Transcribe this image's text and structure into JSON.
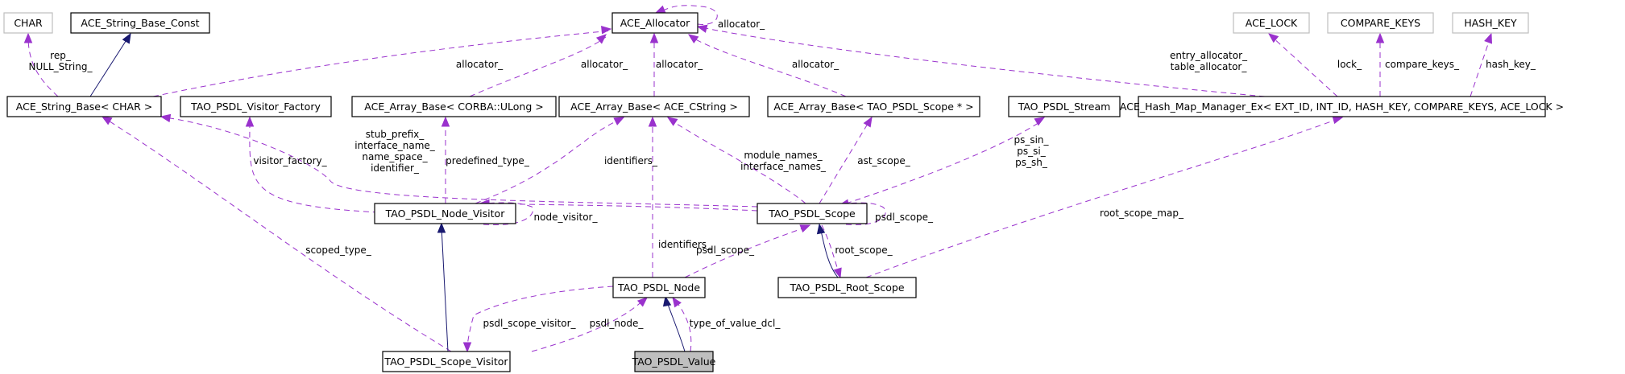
{
  "diagram": {
    "type": "collaboration-graph",
    "colors": {
      "usage_edge": "#9a32cd",
      "inheritance_edge": "#191970",
      "focus_fill": "#bfbfbf",
      "external_border": "#bfbfbf",
      "node_border": "#000000"
    },
    "nodes": [
      {
        "id": "CHAR",
        "label": "CHAR",
        "kind": "external"
      },
      {
        "id": "ACE_String_Base_Const",
        "label": "ACE_String_Base_Const",
        "kind": "class"
      },
      {
        "id": "ACE_Allocator",
        "label": "ACE_Allocator",
        "kind": "class"
      },
      {
        "id": "ACE_LOCK",
        "label": "ACE_LOCK",
        "kind": "external"
      },
      {
        "id": "COMPARE_KEYS",
        "label": "COMPARE_KEYS",
        "kind": "external"
      },
      {
        "id": "HASH_KEY",
        "label": "HASH_KEY",
        "kind": "external"
      },
      {
        "id": "ACE_String_Base_CHAR",
        "label": "ACE_String_Base< CHAR >",
        "kind": "class"
      },
      {
        "id": "TAO_PSDL_Visitor_Factory",
        "label": "TAO_PSDL_Visitor_Factory",
        "kind": "class"
      },
      {
        "id": "ACE_Array_Base_ULong",
        "label": "ACE_Array_Base< CORBA::ULong >",
        "kind": "class"
      },
      {
        "id": "ACE_Array_Base_CString",
        "label": "ACE_Array_Base< ACE_CString >",
        "kind": "class"
      },
      {
        "id": "ACE_Array_Base_Scope",
        "label": "ACE_Array_Base< TAO_PSDL_Scope * >",
        "kind": "class"
      },
      {
        "id": "TAO_PSDL_Stream",
        "label": "TAO_PSDL_Stream",
        "kind": "class"
      },
      {
        "id": "ACE_Hash_Map_Manager_Ex",
        "label": "ACE_Hash_Map_Manager_Ex< EXT_ID, INT_ID, HASH_KEY, COMPARE_KEYS, ACE_LOCK >",
        "kind": "class"
      },
      {
        "id": "TAO_PSDL_Node_Visitor",
        "label": "TAO_PSDL_Node_Visitor",
        "kind": "class"
      },
      {
        "id": "TAO_PSDL_Scope",
        "label": "TAO_PSDL_Scope",
        "kind": "class"
      },
      {
        "id": "TAO_PSDL_Node",
        "label": "TAO_PSDL_Node",
        "kind": "class"
      },
      {
        "id": "TAO_PSDL_Root_Scope",
        "label": "TAO_PSDL_Root_Scope",
        "kind": "class"
      },
      {
        "id": "TAO_PSDL_Scope_Visitor",
        "label": "TAO_PSDL_Scope_Visitor",
        "kind": "class"
      },
      {
        "id": "TAO_PSDL_Value",
        "label": "TAO_PSDL_Value",
        "kind": "focus"
      }
    ],
    "edges": [
      {
        "from": "ACE_String_Base_CHAR",
        "to": "CHAR",
        "type": "usage",
        "label": [
          "rep_",
          "NULL_String_"
        ]
      },
      {
        "from": "ACE_String_Base_CHAR",
        "to": "ACE_String_Base_Const",
        "type": "inheritance",
        "label": []
      },
      {
        "from": "ACE_String_Base_CHAR",
        "to": "ACE_Allocator",
        "type": "usage",
        "label": [
          "allocator_"
        ]
      },
      {
        "from": "ACE_Array_Base_ULong",
        "to": "ACE_Allocator",
        "type": "usage",
        "label": [
          "allocator_"
        ]
      },
      {
        "from": "ACE_Array_Base_CString",
        "to": "ACE_Allocator",
        "type": "usage",
        "label": [
          "allocator_"
        ]
      },
      {
        "from": "ACE_Array_Base_Scope",
        "to": "ACE_Allocator",
        "type": "usage",
        "label": [
          "allocator_"
        ]
      },
      {
        "from": "ACE_Allocator",
        "to": "ACE_Allocator",
        "type": "usage",
        "label": [
          "allocator_"
        ]
      },
      {
        "from": "ACE_Hash_Map_Manager_Ex",
        "to": "ACE_Allocator",
        "type": "usage",
        "label": [
          "entry_allocator_",
          "table_allocator_"
        ]
      },
      {
        "from": "ACE_Hash_Map_Manager_Ex",
        "to": "ACE_LOCK",
        "type": "usage",
        "label": [
          "lock_"
        ]
      },
      {
        "from": "ACE_Hash_Map_Manager_Ex",
        "to": "COMPARE_KEYS",
        "type": "usage",
        "label": [
          "compare_keys_"
        ]
      },
      {
        "from": "ACE_Hash_Map_Manager_Ex",
        "to": "HASH_KEY",
        "type": "usage",
        "label": [
          "hash_key_"
        ]
      },
      {
        "from": "TAO_PSDL_Node_Visitor",
        "to": "TAO_PSDL_Visitor_Factory",
        "type": "usage",
        "label": [
          "visitor_factory_"
        ]
      },
      {
        "from": "TAO_PSDL_Node_Visitor",
        "to": "ACE_Array_Base_ULong",
        "type": "usage",
        "label": [
          "predefined_type_"
        ]
      },
      {
        "from": "TAO_PSDL_Node_Visitor",
        "to": "ACE_Array_Base_CString",
        "type": "usage",
        "label": [
          "identifiers_"
        ]
      },
      {
        "from": "TAO_PSDL_Scope",
        "to": "ACE_String_Base_CHAR",
        "type": "usage",
        "label": [
          "stub_prefix_",
          "interface_name_",
          "name_space_",
          "identifier_"
        ]
      },
      {
        "from": "TAO_PSDL_Node_Visitor",
        "to": "TAO_PSDL_Node_Visitor",
        "type": "usage",
        "label": [
          "node_visitor_"
        ]
      },
      {
        "from": "TAO_PSDL_Scope",
        "to": "TAO_PSDL_Node_Visitor",
        "type": "usage",
        "label": []
      },
      {
        "from": "TAO_PSDL_Scope",
        "to": "ACE_Array_Base_CString",
        "type": "usage",
        "label": [
          "module_names_",
          "interface_names_"
        ]
      },
      {
        "from": "TAO_PSDL_Scope",
        "to": "ACE_Array_Base_Scope",
        "type": "usage",
        "label": [
          "ast_scope_"
        ]
      },
      {
        "from": "TAO_PSDL_Scope",
        "to": "TAO_PSDL_Stream",
        "type": "usage",
        "label": [
          "ps_sin_",
          "ps_si_",
          "ps_sh_"
        ]
      },
      {
        "from": "TAO_PSDL_Scope",
        "to": "TAO_PSDL_Scope",
        "type": "usage",
        "label": [
          "psdl_scope_"
        ]
      },
      {
        "from": "TAO_PSDL_Node",
        "to": "ACE_Array_Base_CString",
        "type": "usage",
        "label": [
          "identifiers_"
        ]
      },
      {
        "from": "TAO_PSDL_Node",
        "to": "TAO_PSDL_Scope",
        "type": "usage",
        "label": [
          "psdl_scope_"
        ]
      },
      {
        "from": "TAO_PSDL_Root_Scope",
        "to": "TAO_PSDL_Scope",
        "type": "inheritance",
        "label": []
      },
      {
        "from": "TAO_PSDL_Scope",
        "to": "TAO_PSDL_Root_Scope",
        "type": "usage",
        "label": [
          "root_scope_"
        ]
      },
      {
        "from": "TAO_PSDL_Root_Scope",
        "to": "ACE_Hash_Map_Manager_Ex",
        "type": "usage",
        "label": [
          "root_scope_map_"
        ]
      },
      {
        "from": "TAO_PSDL_Scope_Visitor",
        "to": "ACE_String_Base_CHAR",
        "type": "usage",
        "label": [
          "scoped_type_"
        ]
      },
      {
        "from": "TAO_PSDL_Scope_Visitor",
        "to": "TAO_PSDL_Node_Visitor",
        "type": "inheritance",
        "label": []
      },
      {
        "from": "TAO_PSDL_Node",
        "to": "TAO_PSDL_Scope_Visitor",
        "type": "usage",
        "label": [
          "psdl_scope_visitor_"
        ]
      },
      {
        "from": "TAO_PSDL_Scope_Visitor",
        "to": "TAO_PSDL_Node",
        "type": "usage",
        "label": [
          "psdl_node_"
        ]
      },
      {
        "from": "TAO_PSDL_Value",
        "to": "TAO_PSDL_Node",
        "type": "inheritance",
        "label": []
      },
      {
        "from": "TAO_PSDL_Value",
        "to": "TAO_PSDL_Node",
        "type": "usage",
        "label": [
          "type_of_value_dcl_"
        ]
      }
    ]
  }
}
